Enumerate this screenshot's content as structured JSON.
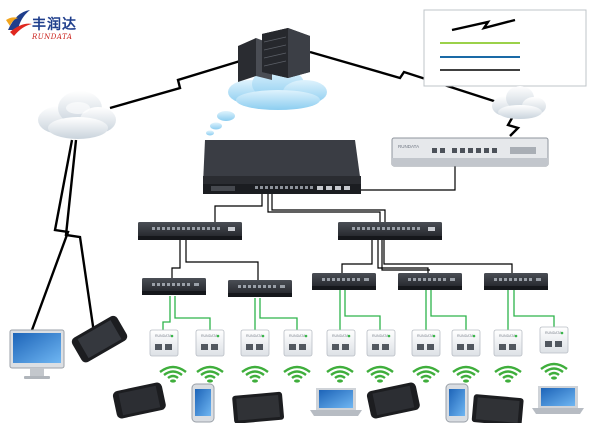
{
  "logo": {
    "chinese": "丰润达",
    "english": "RUNDATA"
  },
  "router_label": "RUNDATA",
  "colors": {
    "wan_link": "#000000",
    "fiber_link": "#9bd14a",
    "lan_link": "#2db34a",
    "legend_link": "#1a6aa6",
    "cloud": "#a9dcf6",
    "switch_body": "#2a2d33",
    "port": "#8d929a"
  },
  "icons": {
    "logo": "rundata-logo-icon",
    "server": "server-rack-icon",
    "cloud": "cloud-icon",
    "switch": "switch-icon",
    "router": "router-icon",
    "access_point": "wall-access-point-icon",
    "wifi": "wifi-signal-icon",
    "monitor": "desktop-computer-icon",
    "phone": "smartphone-icon",
    "tablet": "tablet-icon",
    "laptop": "laptop-icon"
  }
}
